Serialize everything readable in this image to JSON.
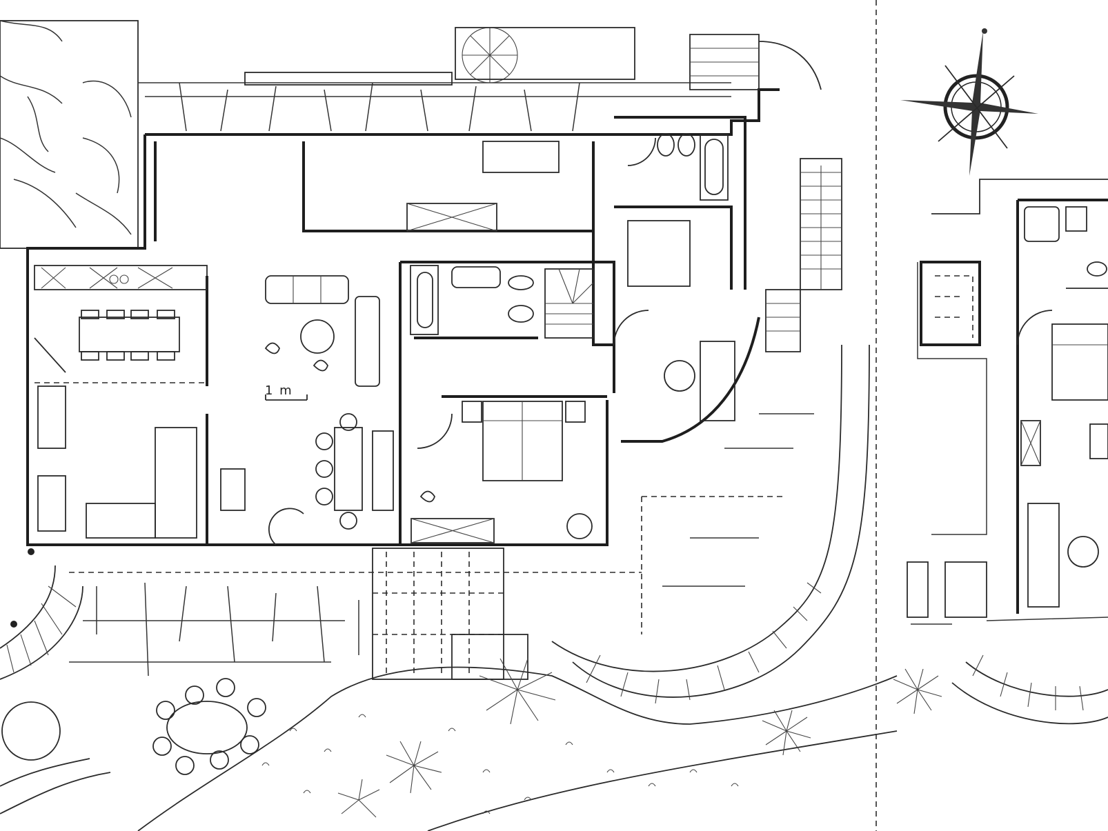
{
  "drawing": {
    "type": "architectural floor plan",
    "style": "hand-drawn black ink on white",
    "colors": {
      "ink": "#1e1e1e",
      "paper": "#ffffff"
    }
  },
  "scale_bar": {
    "label": "1 m"
  },
  "compass": {
    "symbol": "eight-point compass rose",
    "pointer": "north-up"
  },
  "rooms": [
    {
      "id": "kitchen-dining",
      "furniture": [
        "dining-table",
        "8 chairs",
        "kitchen counter with sink and hob"
      ]
    },
    {
      "id": "living-room",
      "furniture": [
        "sofa",
        "armchairs",
        "round table",
        "fireplace"
      ]
    },
    {
      "id": "dining-nook",
      "furniture": [
        "table",
        "chairs",
        "bench"
      ]
    },
    {
      "id": "bathroom-1",
      "furniture": [
        "bathtub",
        "double basin",
        "toilet",
        "bidet"
      ]
    },
    {
      "id": "stairwell",
      "furniture": [
        "spiral staircase"
      ]
    },
    {
      "id": "master-bedroom",
      "furniture": [
        "double bed",
        "nightstands",
        "wardrobe",
        "round table",
        "chair"
      ]
    },
    {
      "id": "bathroom-2",
      "furniture": [
        "bathtub",
        "toilet",
        "bidet",
        "shower"
      ]
    },
    {
      "id": "bedroom-2",
      "furniture": [
        "double bed",
        "single bed",
        "round table"
      ]
    },
    {
      "id": "annex",
      "furniture": [
        "shower",
        "toilet",
        "bed",
        "staircase",
        "wardrobe"
      ]
    }
  ],
  "exterior": [
    "stone paving terrace",
    "outdoor oval table with 8 chairs",
    "round table",
    "curved staircases",
    "garden with palm plants",
    "external straight staircase"
  ]
}
